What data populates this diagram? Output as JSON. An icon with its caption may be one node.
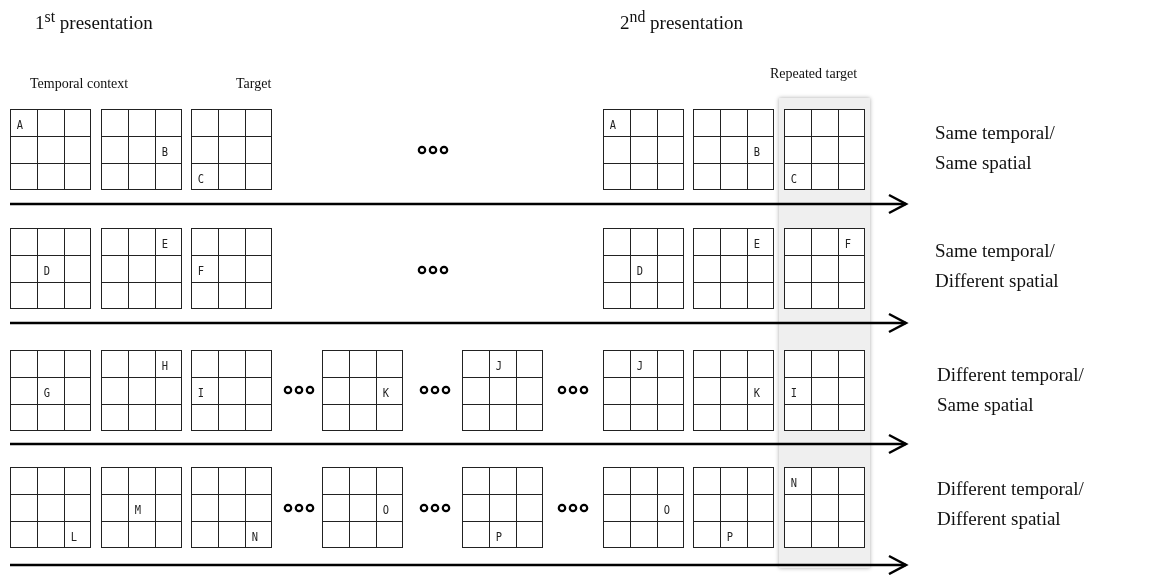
{
  "diagram": {
    "nodes": [
      {
        "text": [
          "Repeated target"
        ]
      },
      {
        "text": [
          "A"
        ]
      },
      {
        "text": [
          "B"
        ]
      },
      {
        "text": [
          "C"
        ]
      },
      {
        "text": [
          "A"
        ]
      },
      {
        "text": [
          "B"
        ]
      },
      {
        "text": [
          "C"
        ],
        "in": 0
      },
      {
        "text": [
          "D"
        ]
      },
      {
        "text": [
          "E"
        ]
      },
      {
        "text": [
          "F"
        ]
      },
      {
        "text": [
          "D"
        ]
      },
      {
        "text": [
          "E"
        ]
      },
      {
        "text": [
          "F"
        ],
        "in": 0
      },
      {
        "text": [
          "G"
        ]
      },
      {
        "text": [
          "H"
        ]
      },
      {
        "text": [
          "I"
        ]
      },
      {
        "text": [
          "K"
        ]
      },
      {
        "text": [
          "J"
        ]
      },
      {
        "text": [
          "J"
        ]
      },
      {
        "text": [
          "K"
        ]
      },
      {
        "text": [
          "I"
        ],
        "in": 0
      },
      {
        "text": [
          "L"
        ]
      },
      {
        "text": [
          "M"
        ]
      },
      {
        "text": [
          "N"
        ]
      },
      {
        "text": [
          "O"
        ]
      },
      {
        "text": [
          "P"
        ]
      },
      {
        "text": [
          "O"
        ]
      },
      {
        "text": [
          "P"
        ]
      },
      {
        "text": [
          "N"
        ],
        "in": 0
      }
    ],
    "edges": [],
    "labels": [
      "1$^{st}$ presentation",
      "2$^{nd}$ presentation",
      "Temporal context",
      "Target",
      "Same temporal/ Same spatial",
      "Same temporal/ Different spatial",
      "Different temporal/ Same spatial",
      "Different temporal/ Different spatial"
    ]
  }
}
